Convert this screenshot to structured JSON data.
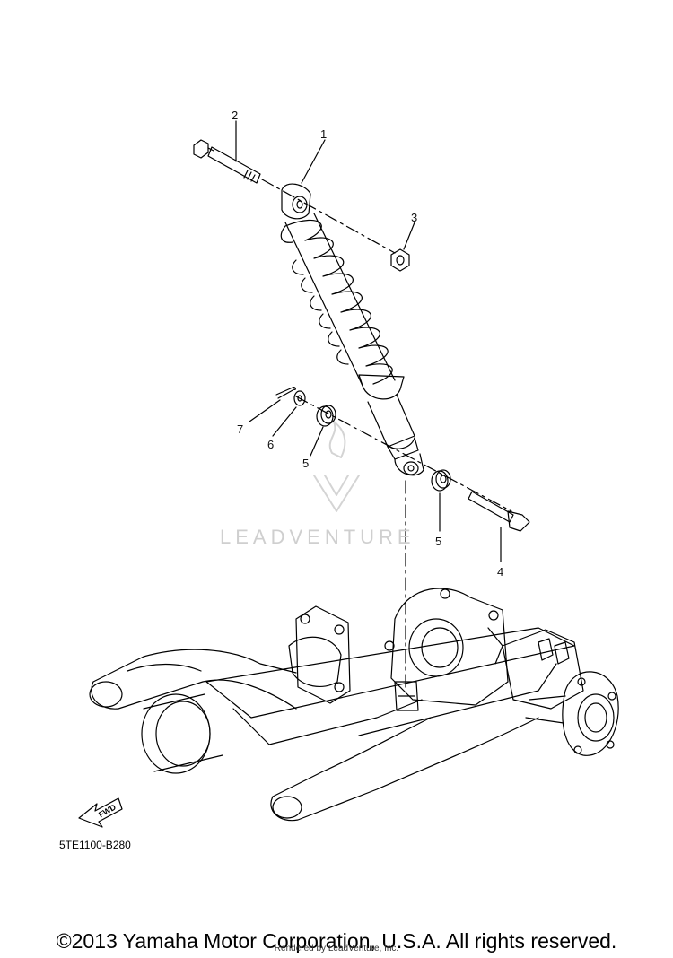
{
  "callouts": {
    "c1": "1",
    "c2": "2",
    "c3": "3",
    "c4": "4",
    "c5a": "5",
    "c5b": "5",
    "c6": "6",
    "c7": "7"
  },
  "fwd_label": "FWD",
  "diagram_code": "5TE1100-B280",
  "watermark": "LEADVENTURE",
  "copyright": "©2013 Yamaha Motor Corporation, U.S.A. All rights reserved.",
  "render_credit": "Rendered by LeadVenture, Inc."
}
